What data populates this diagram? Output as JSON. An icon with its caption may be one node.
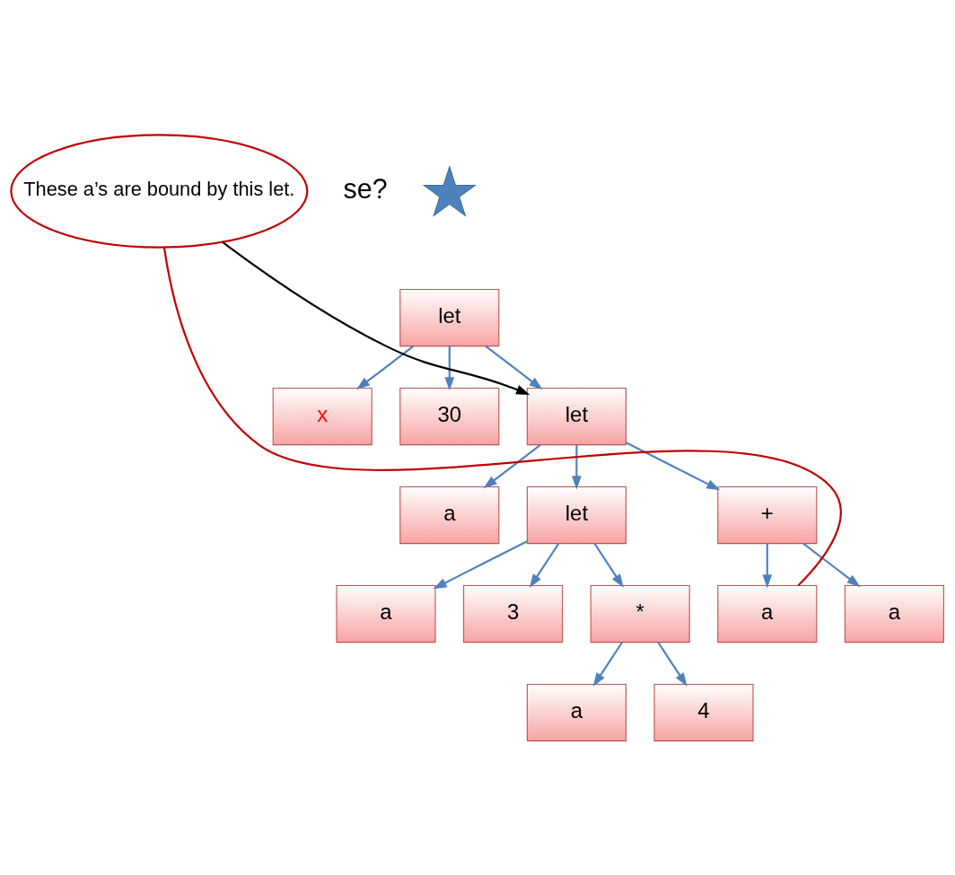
{
  "diagram": {
    "nodes": [
      {
        "text": [
          "let"
        ]
      },
      {
        "text": [
          "x"
        ]
      },
      {
        "text": [
          "30"
        ]
      },
      {
        "text": [
          "let"
        ]
      },
      {
        "text": [
          "a"
        ]
      },
      {
        "text": [
          "let"
        ]
      },
      {
        "text": [
          "+"
        ]
      },
      {
        "text": [
          "a"
        ]
      },
      {
        "text": [
          "3"
        ]
      },
      {
        "text": [
          "*"
        ]
      },
      {
        "text": [
          "a"
        ]
      },
      {
        "text": [
          "a"
        ]
      },
      {
        "text": [
          "a"
        ]
      },
      {
        "text": [
          "4"
        ]
      },
      {
        "text": [
          "These a’s are bound by this let."
        ]
      },
      {
        "text": [],
        "shape": "star"
      }
    ],
    "edges": [
      {
        "from": 0,
        "to": 1,
        "arrow": "to"
      },
      {
        "from": 0,
        "to": 2,
        "arrow": "to"
      },
      {
        "from": 0,
        "to": 3,
        "arrow": "to"
      },
      {
        "from": 3,
        "to": 4,
        "arrow": "to"
      },
      {
        "from": 3,
        "to": 5,
        "arrow": "to"
      },
      {
        "from": 3,
        "to": 6,
        "arrow": "to"
      },
      {
        "from": 5,
        "to": 7,
        "arrow": "to"
      },
      {
        "from": 5,
        "to": 8,
        "arrow": "to"
      },
      {
        "from": 5,
        "to": 9,
        "arrow": "to"
      },
      {
        "from": 6,
        "to": 10,
        "arrow": "to"
      },
      {
        "from": 6,
        "to": 11,
        "arrow": "to"
      },
      {
        "from": 9,
        "to": 12,
        "arrow": "to"
      },
      {
        "from": 9,
        "to": 13,
        "arrow": "to"
      },
      {
        "from": 14,
        "to": 3,
        "arrow": "to",
        "color": "#000000"
      },
      {
        "from": 14,
        "to": 10,
        "arrow": "none",
        "color": "#c00000"
      }
    ],
    "labels": [
      "se?"
    ]
  }
}
